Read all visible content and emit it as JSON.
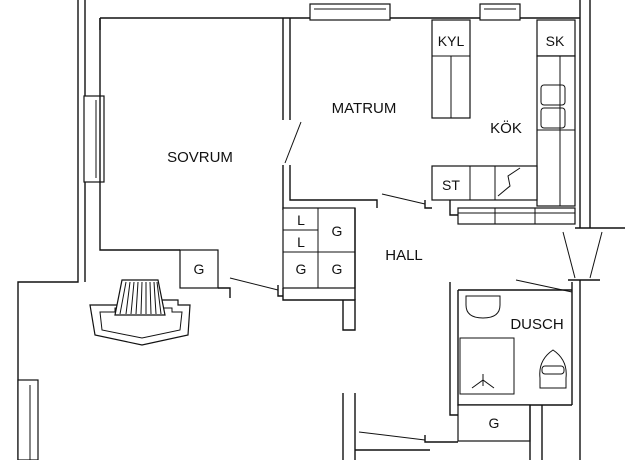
{
  "rooms": {
    "sovrum": "SOVRUM",
    "matrum": "MATRUM",
    "kok": "KÖK",
    "hall": "HALL",
    "dusch": "DUSCH"
  },
  "fixtures": {
    "kyl": "KYL",
    "sk": "SK",
    "st": "ST",
    "closet_l1": "L",
    "closet_l2": "L",
    "closet_g1": "G",
    "closet_g2": "G",
    "closet_g3": "G",
    "sovrum_g": "G",
    "lower_g": "G"
  }
}
